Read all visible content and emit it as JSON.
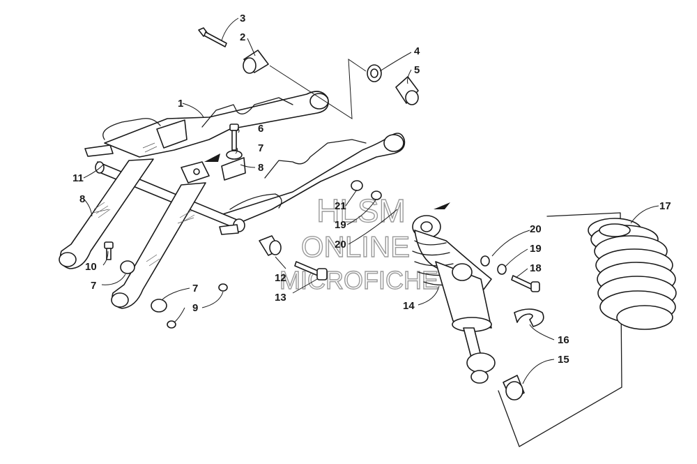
{
  "watermark": {
    "line1": "HLSM",
    "line2": "ONLINE",
    "line3": "MICROFICHE"
  },
  "callouts": [
    "3",
    "2",
    "4",
    "5",
    "1",
    "6",
    "7",
    "8",
    "11",
    "8",
    "21",
    "19",
    "20",
    "17",
    "20",
    "19",
    "18",
    "10",
    "7",
    "12",
    "13",
    "7",
    "9",
    "14",
    "16",
    "15"
  ]
}
